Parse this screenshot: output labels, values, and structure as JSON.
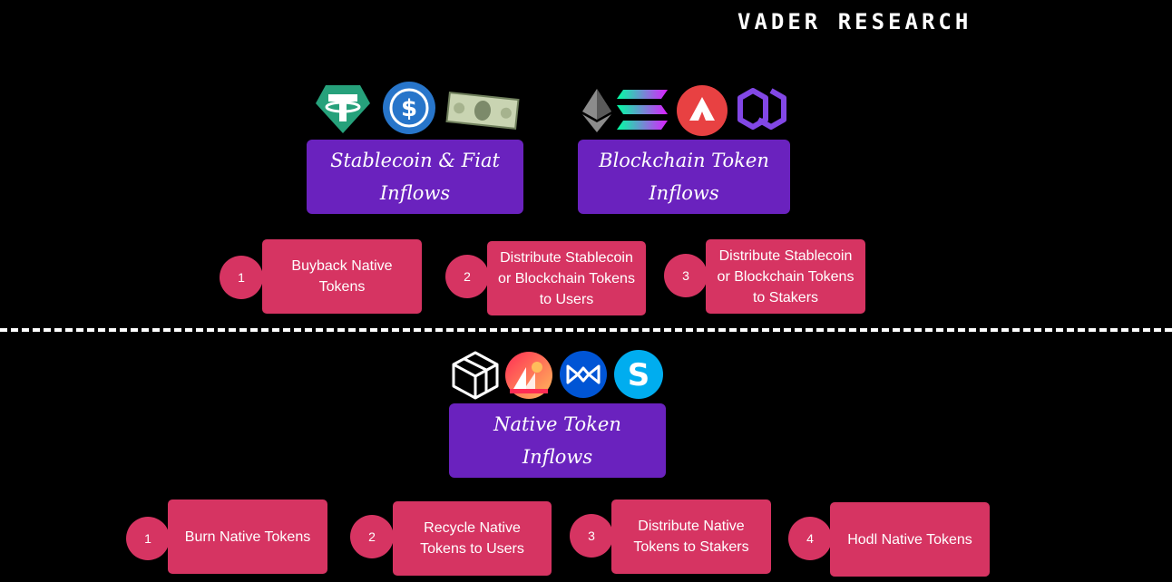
{
  "brand": "VADER RESEARCH",
  "top": {
    "stablecoin_box": "Stablecoin & Fiat\nInflows",
    "blockchain_box": "Blockchain Token\nInflows",
    "steps": [
      {
        "num": "1",
        "label": "Buyback Native\nTokens"
      },
      {
        "num": "2",
        "label": "Distribute Stablecoin\nor Blockchain Tokens\nto Users"
      },
      {
        "num": "3",
        "label": "Distribute Stablecoin\nor Blockchain Tokens\nto Stakers"
      }
    ]
  },
  "bottom": {
    "native_box": "Native Token\nInflows",
    "steps": [
      {
        "num": "1",
        "label": "Burn Native Tokens"
      },
      {
        "num": "2",
        "label": "Recycle Native\nTokens to Users"
      },
      {
        "num": "3",
        "label": "Distribute Native\nTokens to Stakers"
      },
      {
        "num": "4",
        "label": "Hodl Native Tokens"
      }
    ]
  },
  "icons": {
    "stable": [
      "tether-icon",
      "usdc-icon",
      "dollar-bill-icon"
    ],
    "chains": [
      "ethereum-icon",
      "solana-icon",
      "avalanche-icon",
      "polygon-icon"
    ],
    "native": [
      "gala-icon",
      "decentraland-icon",
      "axie-icon",
      "sandbox-icon"
    ]
  },
  "colors": {
    "purple": "#6a22be",
    "pink": "#d63462",
    "background": "#000000"
  }
}
